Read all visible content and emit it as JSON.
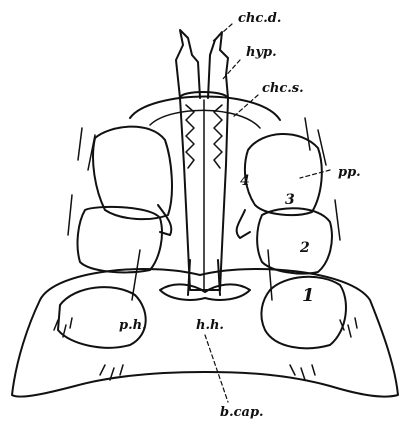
{
  "labels": {
    "chc_d": "chc.d.",
    "hyp": "hyp.",
    "chc_s": "chc.s.",
    "pp": "pp.",
    "ph": "p.h.",
    "hh": "h.h.",
    "bcap": "b.cap."
  },
  "segments": {
    "s1": "1",
    "s2": "2",
    "s3": "3",
    "s4": "4"
  },
  "colors": {
    "ink": "#111111",
    "paper": "#ffffff"
  }
}
